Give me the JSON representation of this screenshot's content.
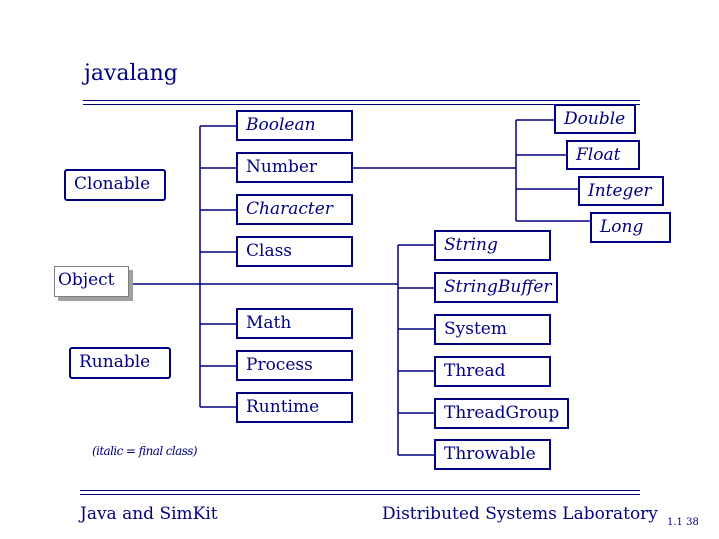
{
  "title": "javalang",
  "note": "(italic = final class)",
  "footer": {
    "left": "Java and SimKit",
    "right": "Distributed Systems Laboratory",
    "slide_number": "1.1  38"
  },
  "classes": {
    "object": "Object",
    "clonable": "Clonable",
    "runable": "Runable",
    "boolean": "Boolean",
    "number": "Number",
    "character": "Character",
    "class": "Class",
    "math": "Math",
    "process": "Process",
    "runtime": "Runtime",
    "double": "Double",
    "float": "Float",
    "integer": "Integer",
    "long": "Long",
    "string": "String",
    "stringbuffer": "StringBuffer",
    "system": "System",
    "thread": "Thread",
    "threadgroup": "ThreadGroup",
    "throwable": "Throwable"
  },
  "colors": {
    "ink": "#000080",
    "shadow": "#a0a0a0"
  }
}
